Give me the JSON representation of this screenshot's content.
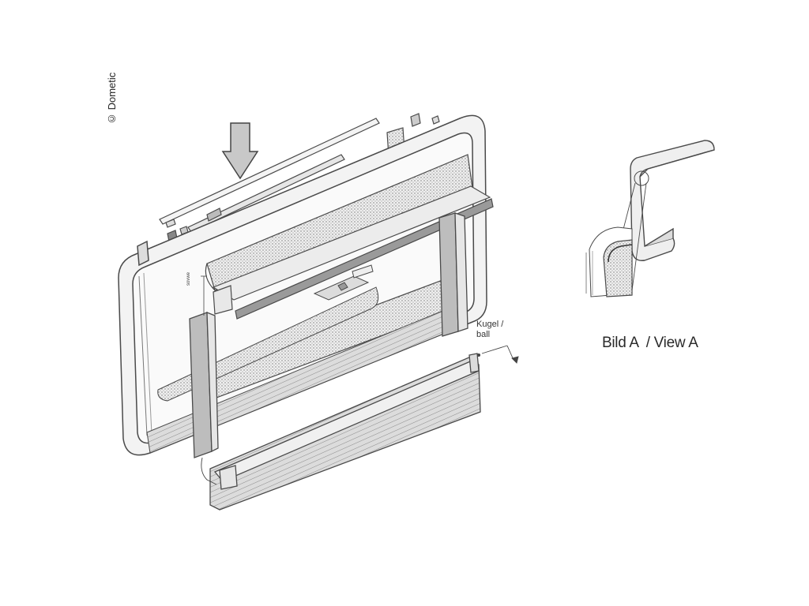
{
  "copyright": "© Dometic",
  "callout_ball": {
    "line1": "Kugel /",
    "line2": "ball"
  },
  "detail_view_label": "Bild A  / View A",
  "dimension_label": "sovwe",
  "colors": {
    "line": "#4a4a4a",
    "arrow_fill": "#c8c8c8",
    "frame_fill": "#f2f2f2",
    "pleat_fill": "#d4d4d4",
    "mesh_fill": "#e0e0e0",
    "side_rail_fill": "#bdbdbd"
  }
}
